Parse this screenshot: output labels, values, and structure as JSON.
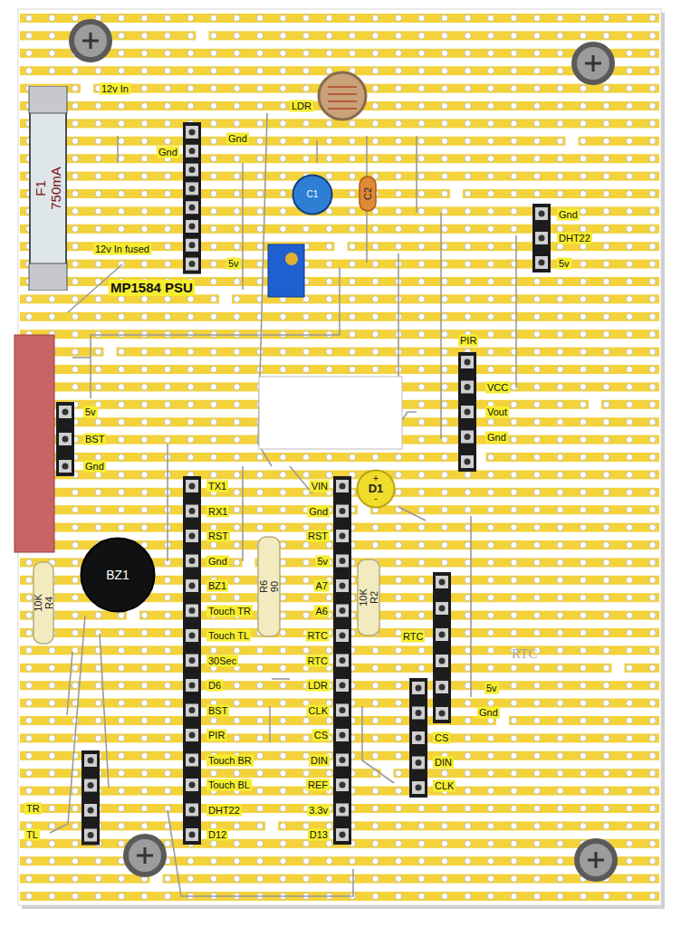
{
  "diagram": {
    "nodes": [
      {
        "text": [
          "F1",
          "750mA"
        ]
      },
      {
        "text": [
          "BZ1"
        ]
      },
      {
        "text": [
          "10K",
          "R4"
        ]
      },
      {
        "text": [
          "R6",
          "90"
        ]
      },
      {
        "text": [
          "10K",
          "R2"
        ]
      },
      {
        "text": [
          "+",
          "D1",
          "-"
        ]
      },
      {
        "text": [
          "C2"
        ]
      },
      {
        "text": [
          "C1"
        ]
      }
    ],
    "labels": [
      "12v In",
      "Gnd",
      "LDR",
      "Gnd",
      "12v In fused",
      "5v",
      "MP1584 PSU",
      "Gnd",
      "DHT22",
      "5v",
      "PIR",
      "VCC",
      "Vout",
      "Gnd",
      "5v",
      "BST",
      "Gnd",
      "TX1",
      "RX1",
      "RST",
      "Gnd",
      "BZ1",
      "Touch TR",
      "Touch TL",
      "30Sec",
      "D6",
      "BST",
      "PIR",
      "Touch BR",
      "Touch BL",
      "DHT22",
      "D12",
      "VIN",
      "Gnd",
      "RST",
      "5v",
      "A7",
      "A6",
      "RTC",
      "RTC",
      "LDR",
      "CLK",
      "CS",
      "DIN",
      "REF",
      "3.3v",
      "D13",
      "RTC",
      "5v",
      "Gnd",
      "CS",
      "DIN",
      "CLK",
      "TR",
      "TL",
      "RTC"
    ]
  }
}
